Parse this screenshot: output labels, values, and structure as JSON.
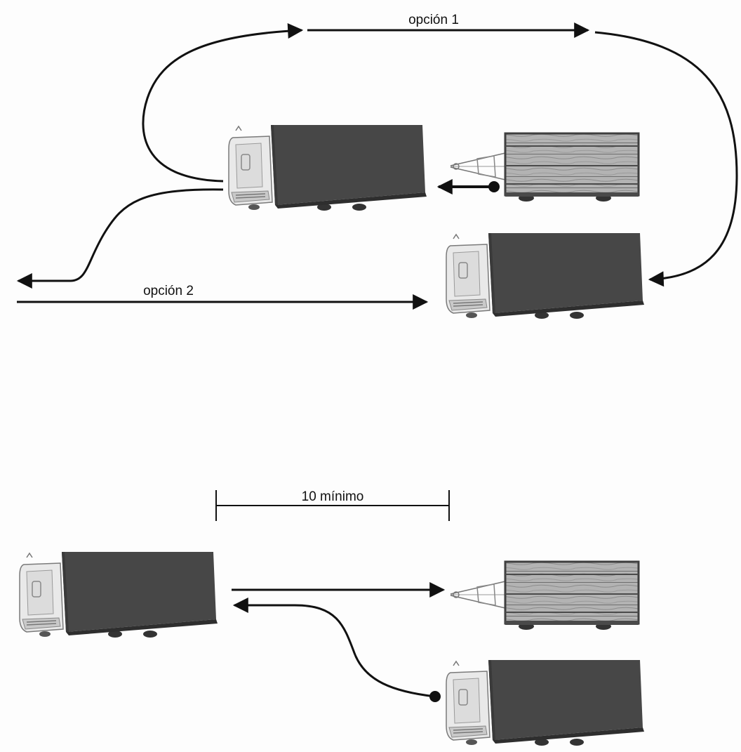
{
  "labels": {
    "option_1": "opción 1",
    "option_2": "opción 2",
    "min_distance": "10 mínimo"
  },
  "colors": {
    "background": "#fdfdfd",
    "ink": "#111111",
    "truck_box": "#474747",
    "cab": "#e6e6e6",
    "wood": "#a9a9a9"
  }
}
